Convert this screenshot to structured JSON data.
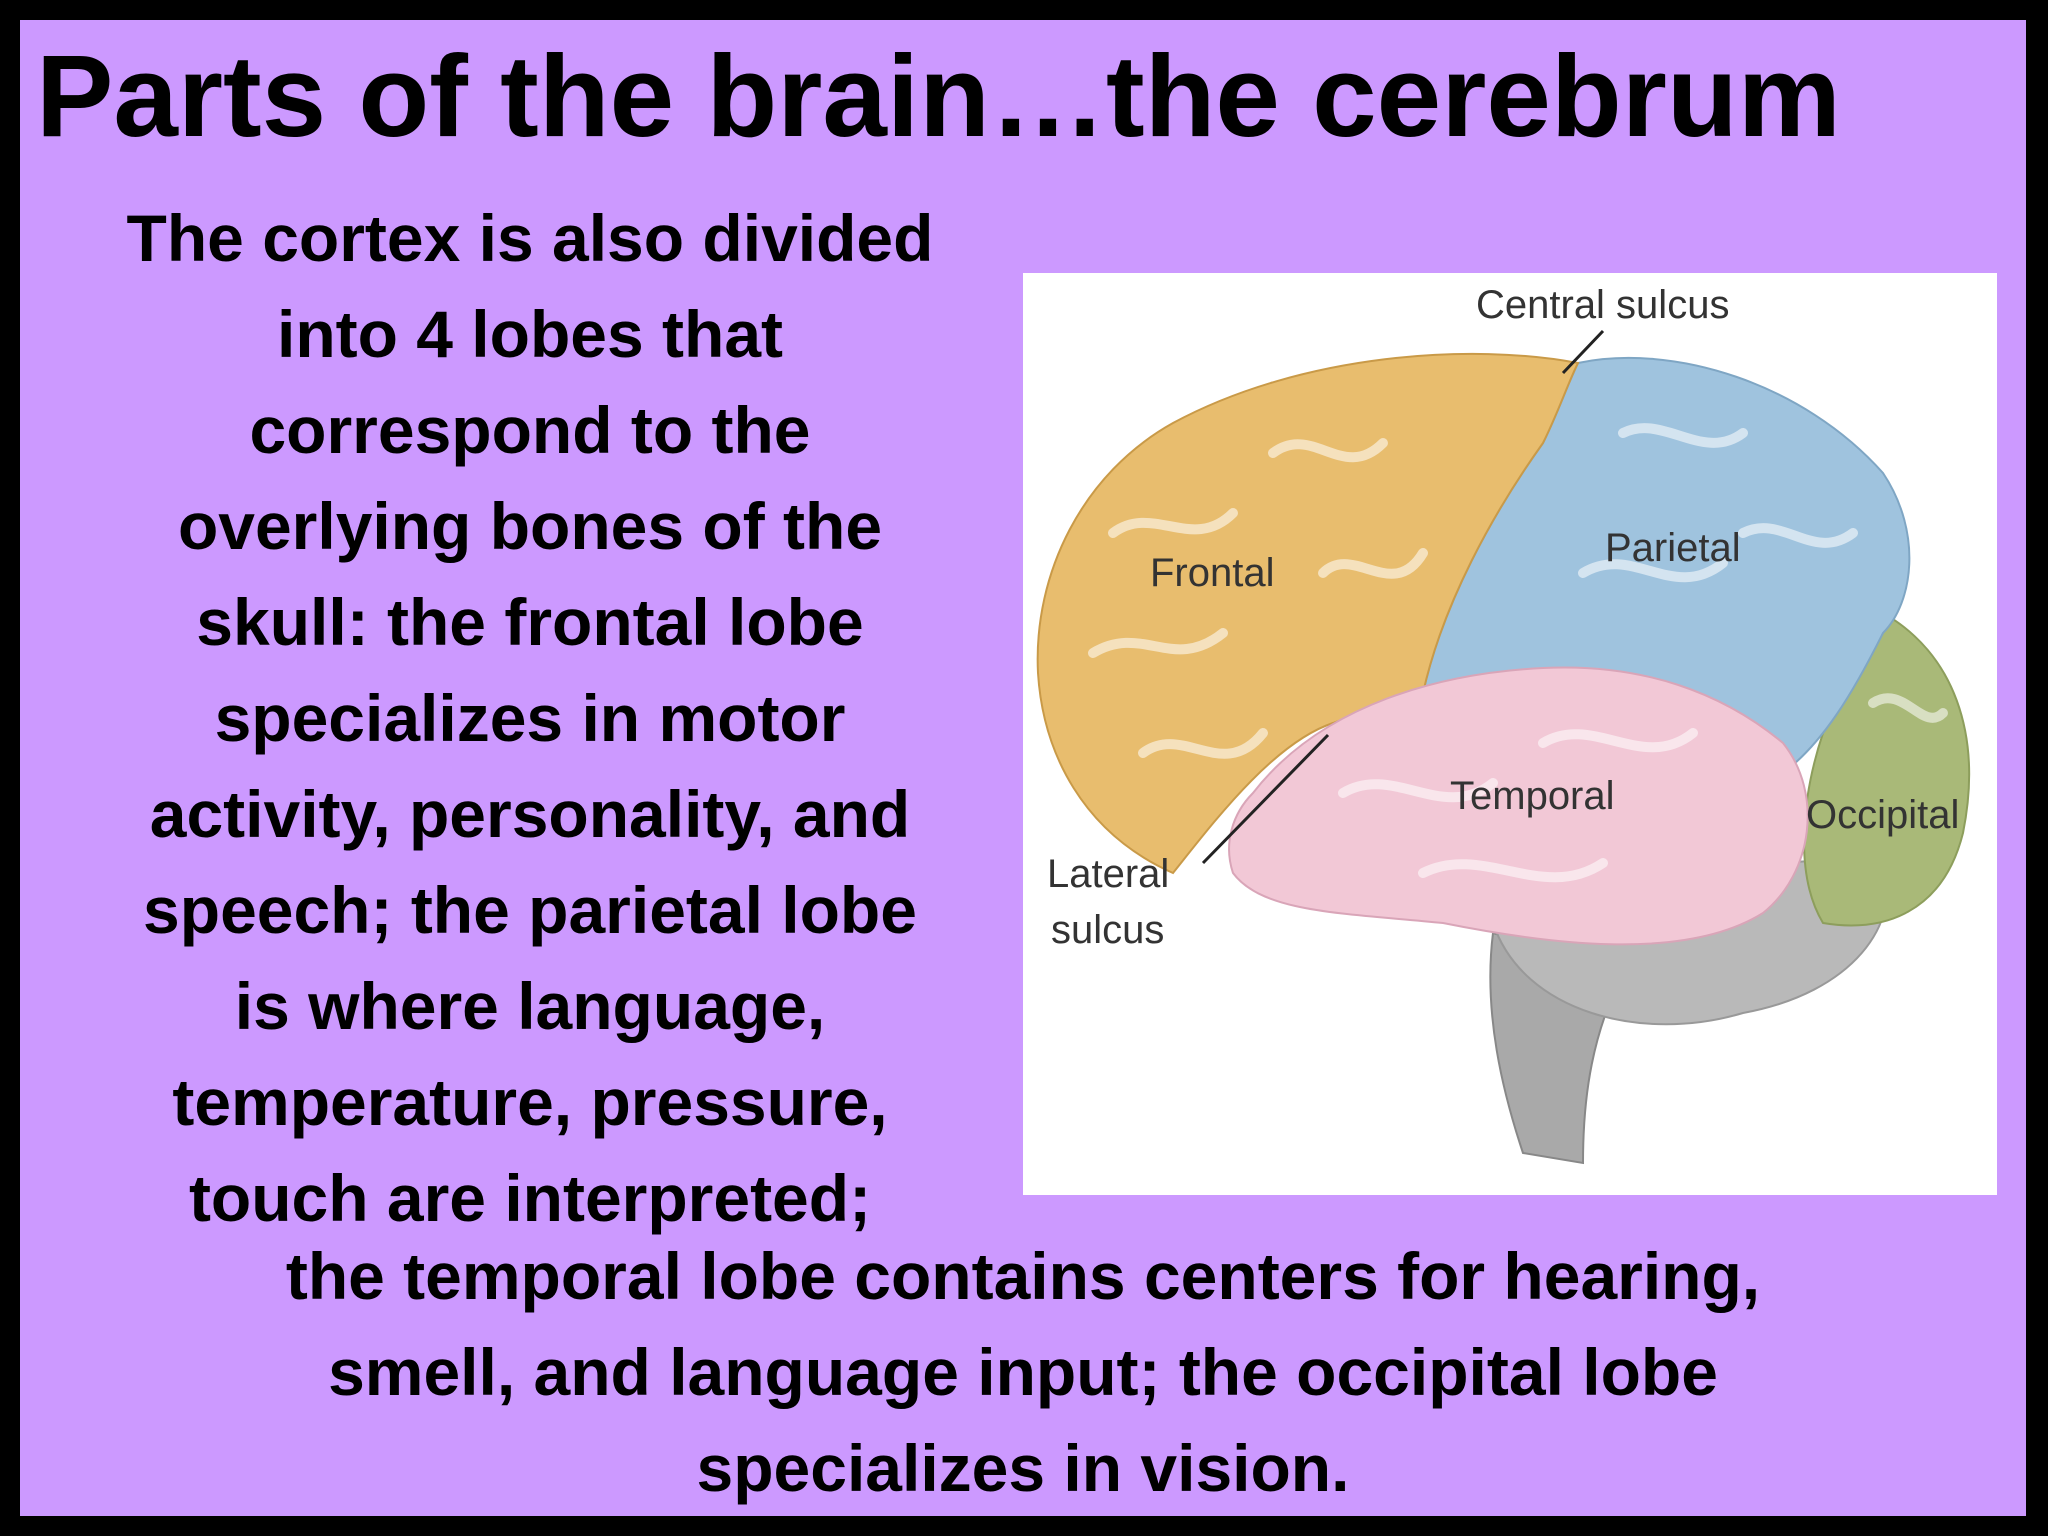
{
  "title": "Parts of the brain…the cerebrum",
  "body_left_lines": [
    "The cortex is also divided",
    "into 4 lobes that",
    "correspond to the",
    "overlying bones of the",
    "skull:  the frontal lobe",
    "specializes in motor",
    "activity, personality, and",
    "speech;  the parietal lobe",
    "is where language,",
    "temperature, pressure,",
    "touch are interpreted;"
  ],
  "body_bottom_lines": [
    "the temporal lobe contains centers for hearing,",
    "smell, and language input;  the occipital lobe",
    "specializes in vision."
  ],
  "diagram": {
    "labels": {
      "central_sulcus": "Central sulcus",
      "frontal": "Frontal",
      "parietal": "Parietal",
      "temporal": "Temporal",
      "occipital": "Occipital",
      "lateral_sulcus_1": "Lateral",
      "lateral_sulcus_2": "sulcus"
    },
    "colors": {
      "frontal": "#e8bd6e",
      "parietal": "#9fc3de",
      "temporal": "#f2c8d6",
      "occipital": "#a9b978",
      "cerebellum": "#b9b9b9",
      "brainstem": "#a9a9a9"
    }
  },
  "colors": {
    "slide_background": "#cc99ff",
    "border": "#000000",
    "text": "#000000"
  }
}
